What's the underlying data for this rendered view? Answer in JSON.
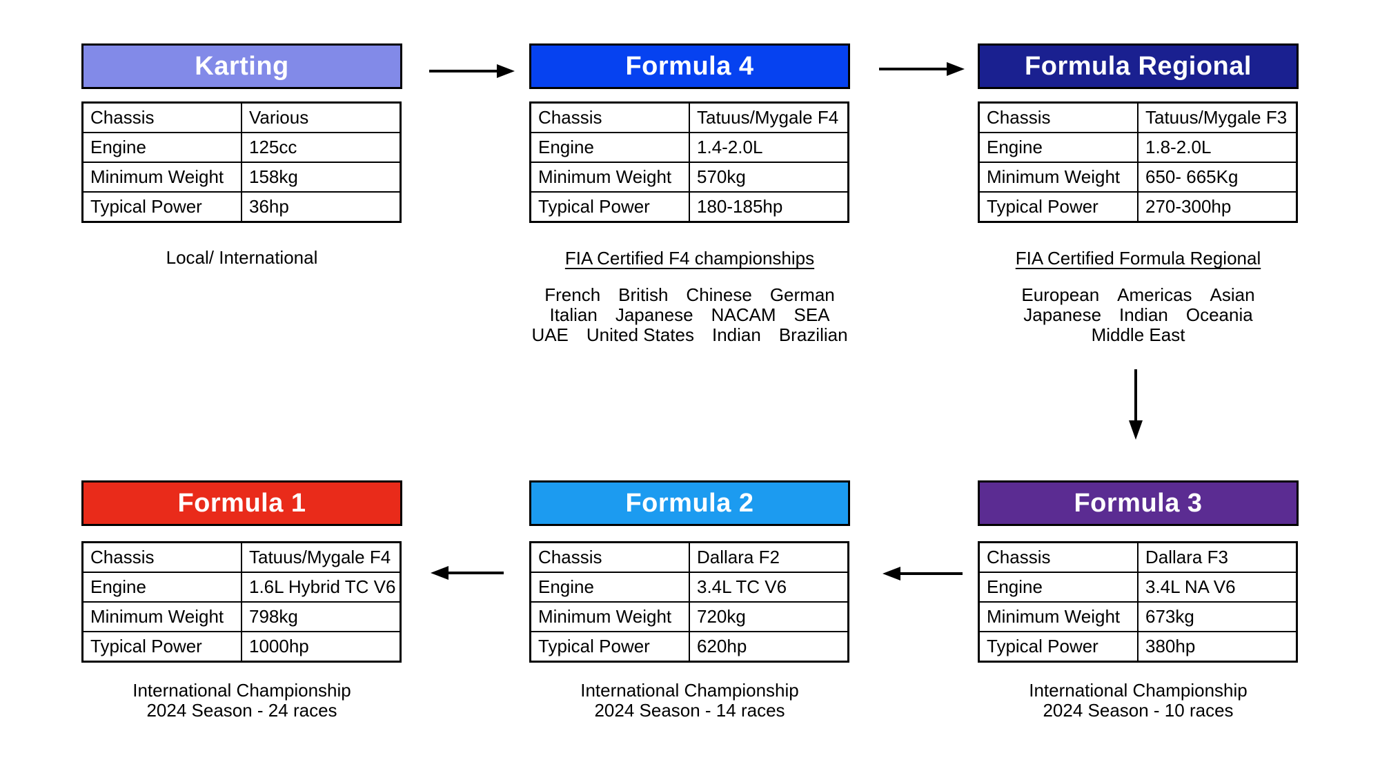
{
  "spec_labels": [
    "Chassis",
    "Engine",
    "Minimum Weight",
    "Typical Power"
  ],
  "stages": [
    {
      "id": "karting",
      "title": "Karting",
      "header_color": "#828AE8",
      "specs": [
        "Various",
        "125cc",
        "158kg",
        "36hp"
      ],
      "note_lines": [
        "Local/ International"
      ]
    },
    {
      "id": "formula4",
      "title": "Formula 4",
      "header_color": "#0642F0",
      "specs": [
        "Tatuus/Mygale F4",
        "1.4-2.0L",
        "570kg",
        "180-185hp"
      ],
      "note_title": "FIA Certified F4 championships",
      "note_lines": [
        "French British Chinese German",
        "Italian Japanese NACAM SEA",
        "UAE United States Indian Brazilian"
      ]
    },
    {
      "id": "formula-regional",
      "title": "Formula Regional",
      "header_color": "#1A2090",
      "specs": [
        "Tatuus/Mygale F3",
        "1.8-2.0L",
        "650- 665Kg",
        "270-300hp"
      ],
      "note_title": "FIA Certified Formula Regional",
      "note_lines": [
        "European Americas Asian",
        "Japanese Indian Oceania",
        "Middle East"
      ]
    },
    {
      "id": "formula1",
      "title": "Formula 1",
      "header_color": "#E92B1A",
      "specs": [
        "Tatuus/Mygale F4",
        "1.6L Hybrid TC V6",
        "798kg",
        "1000hp"
      ],
      "note_lines": [
        "International Championship",
        "2024 Season - 24 races"
      ]
    },
    {
      "id": "formula2",
      "title": "Formula 2",
      "header_color": "#1C9BF0",
      "specs": [
        "Dallara F2",
        "3.4L TC V6",
        "720kg",
        "620hp"
      ],
      "note_lines": [
        "International Championship",
        "2024 Season - 14 races"
      ]
    },
    {
      "id": "formula3",
      "title": "Formula 3",
      "header_color": "#5B2C92",
      "specs": [
        "Dallara F3",
        "3.4L NA V6",
        "673kg",
        "380hp"
      ],
      "note_lines": [
        "International Championship",
        "2024 Season - 10 races"
      ]
    }
  ],
  "flow_arrows": [
    {
      "from": "karting",
      "to": "formula4",
      "direction": "right"
    },
    {
      "from": "formula4",
      "to": "formula-regional",
      "direction": "right"
    },
    {
      "from": "formula-regional",
      "to": "formula3",
      "direction": "down"
    },
    {
      "from": "formula3",
      "to": "formula2",
      "direction": "left"
    },
    {
      "from": "formula2",
      "to": "formula1",
      "direction": "left"
    }
  ]
}
